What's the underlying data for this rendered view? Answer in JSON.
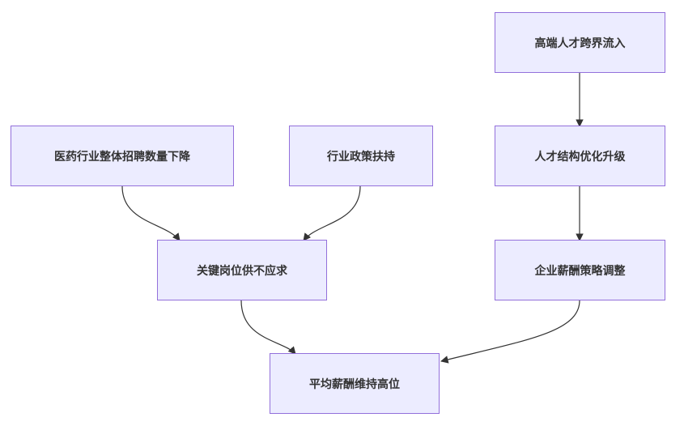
{
  "diagram": {
    "nodes": {
      "pharma_hiring_decline": {
        "label": "医药行业整体招聘数量下降"
      },
      "industry_policy_support": {
        "label": "行业政策扶持"
      },
      "talent_inflow": {
        "label": "高端人才跨界流入"
      },
      "talent_structure_upgrade": {
        "label": "人才结构优化升级"
      },
      "key_position_shortage": {
        "label": "关键岗位供不应求"
      },
      "salary_strategy_adjust": {
        "label": "企业薪酬策略调整"
      },
      "avg_salary_high": {
        "label": "平均薪酬维持高位"
      }
    },
    "edges": [
      {
        "from": "talent_inflow",
        "to": "talent_structure_upgrade"
      },
      {
        "from": "talent_structure_upgrade",
        "to": "salary_strategy_adjust"
      },
      {
        "from": "pharma_hiring_decline",
        "to": "key_position_shortage"
      },
      {
        "from": "industry_policy_support",
        "to": "key_position_shortage"
      },
      {
        "from": "key_position_shortage",
        "to": "avg_salary_high"
      },
      {
        "from": "salary_strategy_adjust",
        "to": "avg_salary_high"
      }
    ],
    "colors": {
      "node_fill": "#ececff",
      "node_border": "#9370db",
      "edge": "#333333",
      "text": "#333333"
    }
  }
}
